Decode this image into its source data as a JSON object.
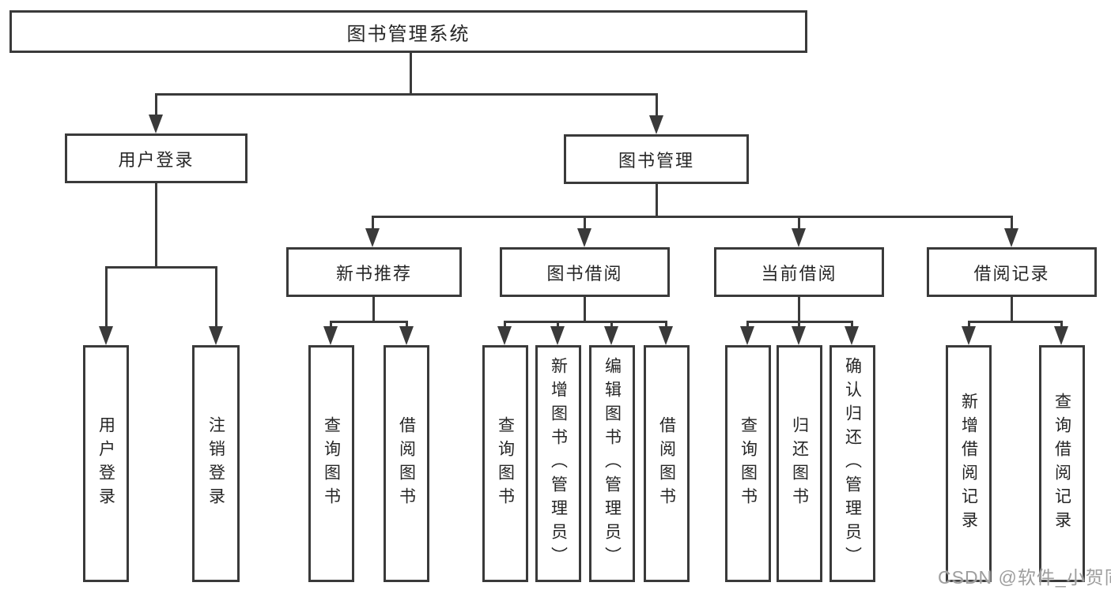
{
  "tree": {
    "root": {
      "label": "图书管理系统"
    },
    "branches": [
      {
        "label": "用户登录",
        "children": [
          {
            "label": "用户登录"
          },
          {
            "label": "注销登录"
          }
        ]
      },
      {
        "label": "图书管理",
        "children": [
          {
            "label": "新书推荐",
            "children": [
              {
                "label": "查询图书"
              },
              {
                "label": "借阅图书"
              }
            ]
          },
          {
            "label": "图书借阅",
            "children": [
              {
                "label": "查询图书"
              },
              {
                "label": "新增图书（管理员）"
              },
              {
                "label": "编辑图书（管理员）"
              },
              {
                "label": "借阅图书"
              }
            ]
          },
          {
            "label": "当前借阅",
            "children": [
              {
                "label": "查询图书"
              },
              {
                "label": "归还图书"
              },
              {
                "label": "确认归还（管理员）"
              }
            ]
          },
          {
            "label": "借阅记录",
            "children": [
              {
                "label": "新增借阅记录"
              },
              {
                "label": "查询借阅记录"
              }
            ]
          }
        ]
      }
    ]
  },
  "watermark": {
    "text": "CSDN @软件_小贺同学"
  },
  "colors": {
    "line": "#3a3a3a",
    "text": "#262626",
    "watermark": "#9e9e9e",
    "background": "#ffffff"
  }
}
